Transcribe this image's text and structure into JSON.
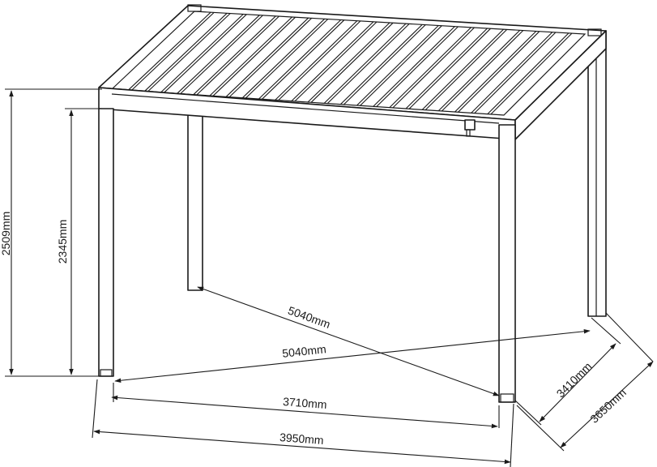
{
  "diagram": {
    "dimensions": {
      "outer_height": "2509mm",
      "inner_height": "2345mm",
      "diagonal_1": "5040mm",
      "diagonal_2": "5040mm",
      "inner_width": "3710mm",
      "outer_width": "3950mm",
      "inner_depth": "3410mm",
      "outer_depth": "3650mm"
    },
    "colors": {
      "line": "#1a1a1a",
      "background": "#ffffff"
    },
    "roof_slat_count": 24
  }
}
